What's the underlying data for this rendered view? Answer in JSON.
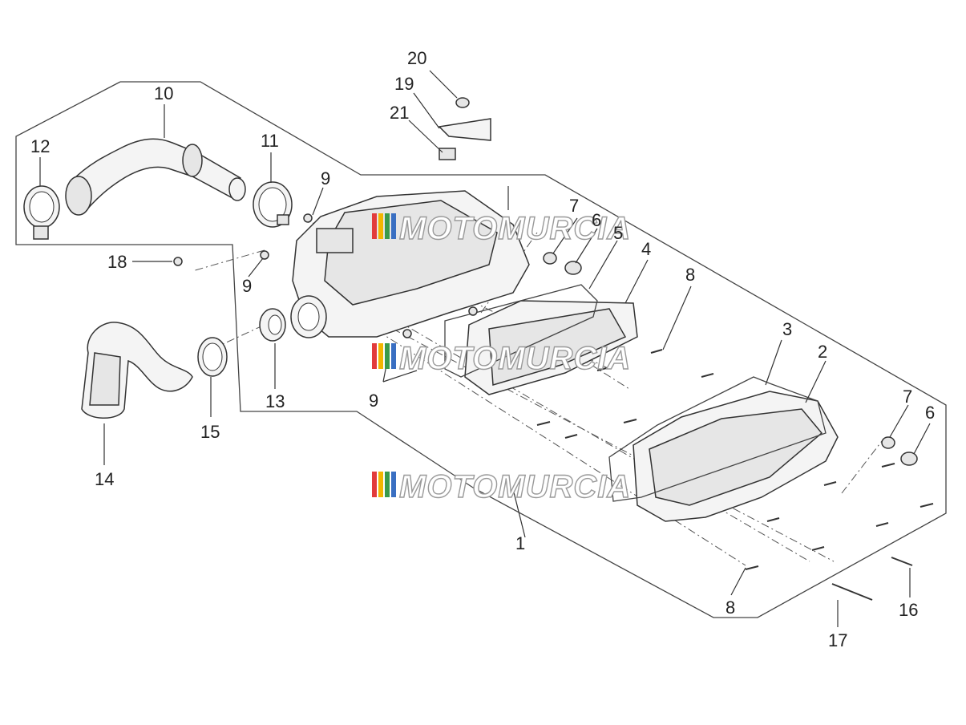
{
  "diagram": {
    "callouts": [
      {
        "id": "c1",
        "label": "1"
      },
      {
        "id": "c2",
        "label": "2"
      },
      {
        "id": "c3",
        "label": "3"
      },
      {
        "id": "c4",
        "label": "4"
      },
      {
        "id": "c5",
        "label": "5"
      },
      {
        "id": "c6a",
        "label": "6"
      },
      {
        "id": "c6b",
        "label": "6"
      },
      {
        "id": "c7a",
        "label": "7"
      },
      {
        "id": "c7b",
        "label": "7"
      },
      {
        "id": "c8a",
        "label": "8"
      },
      {
        "id": "c8b",
        "label": "8"
      },
      {
        "id": "c9a",
        "label": "9"
      },
      {
        "id": "c9b",
        "label": "9"
      },
      {
        "id": "c9c",
        "label": "9"
      },
      {
        "id": "c10",
        "label": "10"
      },
      {
        "id": "c11",
        "label": "11"
      },
      {
        "id": "c12",
        "label": "12"
      },
      {
        "id": "c13",
        "label": "13"
      },
      {
        "id": "c14",
        "label": "14"
      },
      {
        "id": "c15",
        "label": "15"
      },
      {
        "id": "c16",
        "label": "16"
      },
      {
        "id": "c17",
        "label": "17"
      },
      {
        "id": "c18",
        "label": "18"
      },
      {
        "id": "c19",
        "label": "19"
      },
      {
        "id": "c20",
        "label": "20"
      },
      {
        "id": "c21",
        "label": "21"
      }
    ],
    "watermark": "MOTOMURCIA",
    "watermark_colors": [
      "#e23b3b",
      "#f2b600",
      "#3a9a4a",
      "#3a6fc2"
    ]
  }
}
